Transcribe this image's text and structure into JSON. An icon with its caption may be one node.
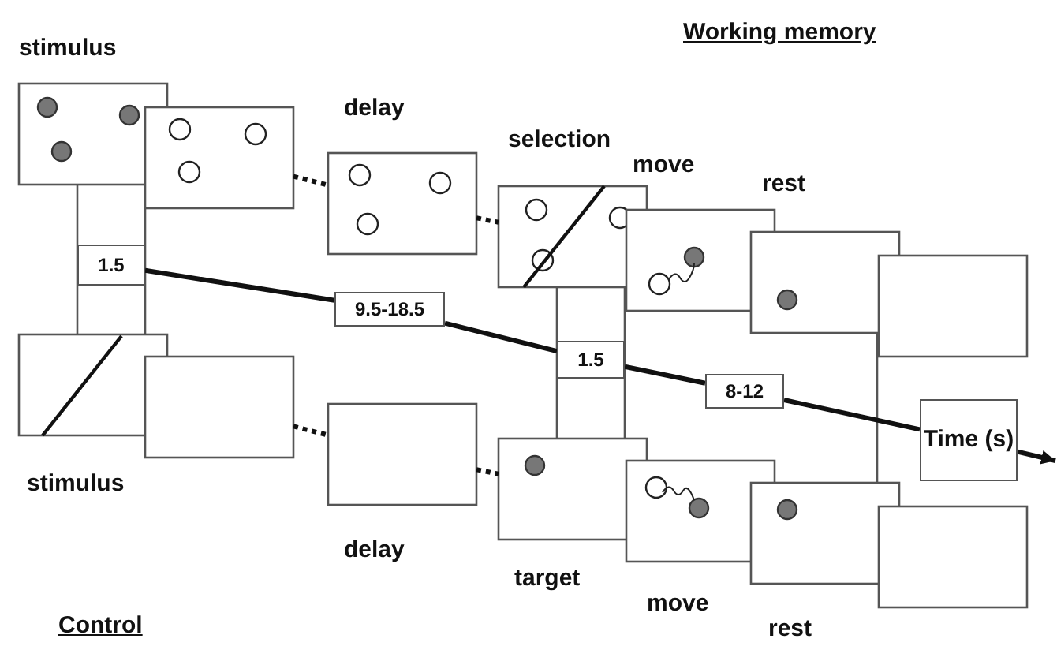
{
  "diagram": {
    "nodes": [
      {
        "text": [
          "1.5"
        ]
      },
      {
        "text": [
          "9.5-18.5"
        ]
      },
      {
        "text": [
          "1.5"
        ]
      },
      {
        "text": [
          "8-12"
        ]
      },
      {
        "text": [
          "Time (s)"
        ]
      },
      {
        "text": [],
        "shape": "picture"
      },
      {
        "text": [],
        "shape": "picture"
      },
      {
        "text": [],
        "shape": "picture"
      },
      {
        "text": [],
        "shape": "picture"
      },
      {
        "text": [],
        "shape": "picture"
      },
      {
        "text": [],
        "shape": "picture"
      },
      {
        "text": [],
        "shape": "box"
      },
      {
        "text": [],
        "shape": "picture"
      },
      {
        "text": [],
        "shape": "box"
      },
      {
        "text": [],
        "shape": "box"
      },
      {
        "text": [],
        "shape": "picture"
      },
      {
        "text": [],
        "shape": "picture"
      },
      {
        "text": [],
        "shape": "picture"
      },
      {
        "text": [],
        "shape": "box"
      }
    ],
    "edges": [
      {
        "from": 0,
        "to": 1,
        "arrow": "none"
      },
      {
        "from": 1,
        "to": 2,
        "arrow": "none"
      },
      {
        "from": 2,
        "to": 3,
        "arrow": "none"
      },
      {
        "from": 3,
        "to": 4,
        "arrow": "none"
      },
      {
        "from": 4,
        "to": null,
        "arrow": "to"
      },
      {
        "from": 6,
        "to": 7,
        "arrow": "none",
        "style": "dashed"
      },
      {
        "from": 7,
        "to": 8,
        "arrow": "none",
        "style": "dashed"
      },
      {
        "from": 13,
        "to": 14,
        "arrow": "none",
        "style": "dashed"
      },
      {
        "from": 14,
        "to": 15,
        "arrow": "none",
        "style": "dashed"
      }
    ],
    "labels": [
      "stimulus",
      "Working memory",
      "delay",
      "selection",
      "move",
      "rest",
      "stimulus",
      "delay",
      "target",
      "move",
      "rest",
      "Control"
    ]
  }
}
